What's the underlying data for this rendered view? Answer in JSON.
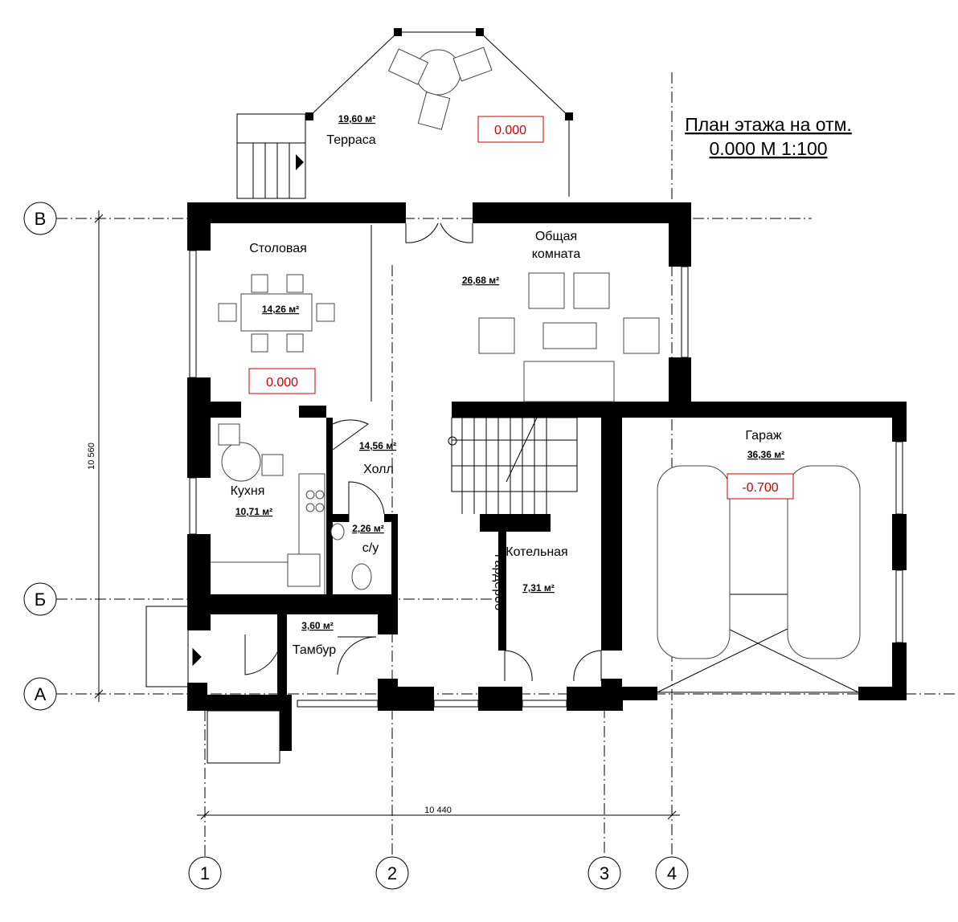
{
  "title": {
    "line1": "План  этажа на отм.",
    "line2": "0.000 М 1:100"
  },
  "rooms": {
    "terrace": {
      "name": "Терраса",
      "area": "19,60 м²"
    },
    "dining": {
      "name": "Столовая",
      "area": "14,26 м²"
    },
    "living": {
      "name1": "Общая",
      "name2": "комната",
      "area": "26,68 м²"
    },
    "kitchen": {
      "name": "Кухня",
      "area": "10,71 м²"
    },
    "hall": {
      "name": "Холл",
      "area": "14,56 м²"
    },
    "wc": {
      "name": "с/у",
      "area": "2,26 м²"
    },
    "wardrobe": {
      "name": "Гардероб"
    },
    "boiler": {
      "name": "Котельная",
      "area": "7,31 м²"
    },
    "vestibule": {
      "name": "Тамбур",
      "area": "3,60 м²"
    },
    "garage": {
      "name": "Гараж",
      "area": "36,36 м²"
    }
  },
  "levels": {
    "terrace": "0.000",
    "dining": "0.000",
    "garage": "-0.700"
  },
  "axes": {
    "rows": [
      "В",
      "Б",
      "А"
    ],
    "cols": [
      "1",
      "2",
      "3",
      "4"
    ]
  },
  "dimensions": {
    "horizontal": "10 440",
    "vertical": "10 560"
  },
  "colors": {
    "level_mark": "#cc0000"
  }
}
